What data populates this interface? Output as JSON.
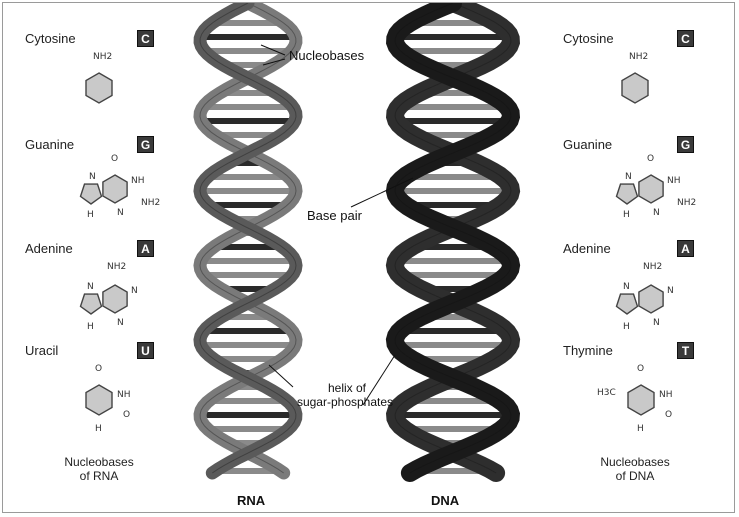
{
  "rna": {
    "label": "RNA",
    "caption": [
      "Nucleobases",
      "of RNA"
    ],
    "bases": [
      {
        "name": "Cytosine",
        "letter": "C",
        "substituents": [
          "NH2"
        ]
      },
      {
        "name": "Guanine",
        "letter": "G",
        "substituents": [
          "O",
          "NH",
          "N",
          "NH2",
          "N",
          "H"
        ]
      },
      {
        "name": "Adenine",
        "letter": "A",
        "substituents": [
          "NH2",
          "N",
          "N",
          "N",
          "H"
        ]
      },
      {
        "name": "Uracil",
        "letter": "U",
        "substituents": [
          "O",
          "NH",
          "O",
          "H"
        ]
      }
    ]
  },
  "dna": {
    "label": "DNA",
    "caption": [
      "Nucleobases",
      "of DNA"
    ],
    "bases": [
      {
        "name": "Cytosine",
        "letter": "C",
        "substituents": [
          "NH2"
        ]
      },
      {
        "name": "Guanine",
        "letter": "G",
        "substituents": [
          "O",
          "NH",
          "N",
          "NH2",
          "N",
          "H"
        ]
      },
      {
        "name": "Adenine",
        "letter": "A",
        "substituents": [
          "NH2",
          "N",
          "N",
          "N",
          "H"
        ]
      },
      {
        "name": "Thymine",
        "letter": "T",
        "substituents": [
          "H3C",
          "O",
          "NH",
          "O",
          "H"
        ]
      }
    ]
  },
  "annotations": {
    "nucleobases": "Nucleobases",
    "base_pair": "Base pair",
    "helix": [
      "helix of",
      "sugar-phosphates"
    ]
  },
  "colors": {
    "rna_strand": "#7a7a7a",
    "rna_strand_dark": "#5a5a5a",
    "dna_strand": "#2e2e2e",
    "dna_strand_dark": "#1a1a1a",
    "rung_light": "#8a8a8a",
    "rung_dark": "#2a2a2a",
    "letter_box": "#3a3a3a"
  }
}
